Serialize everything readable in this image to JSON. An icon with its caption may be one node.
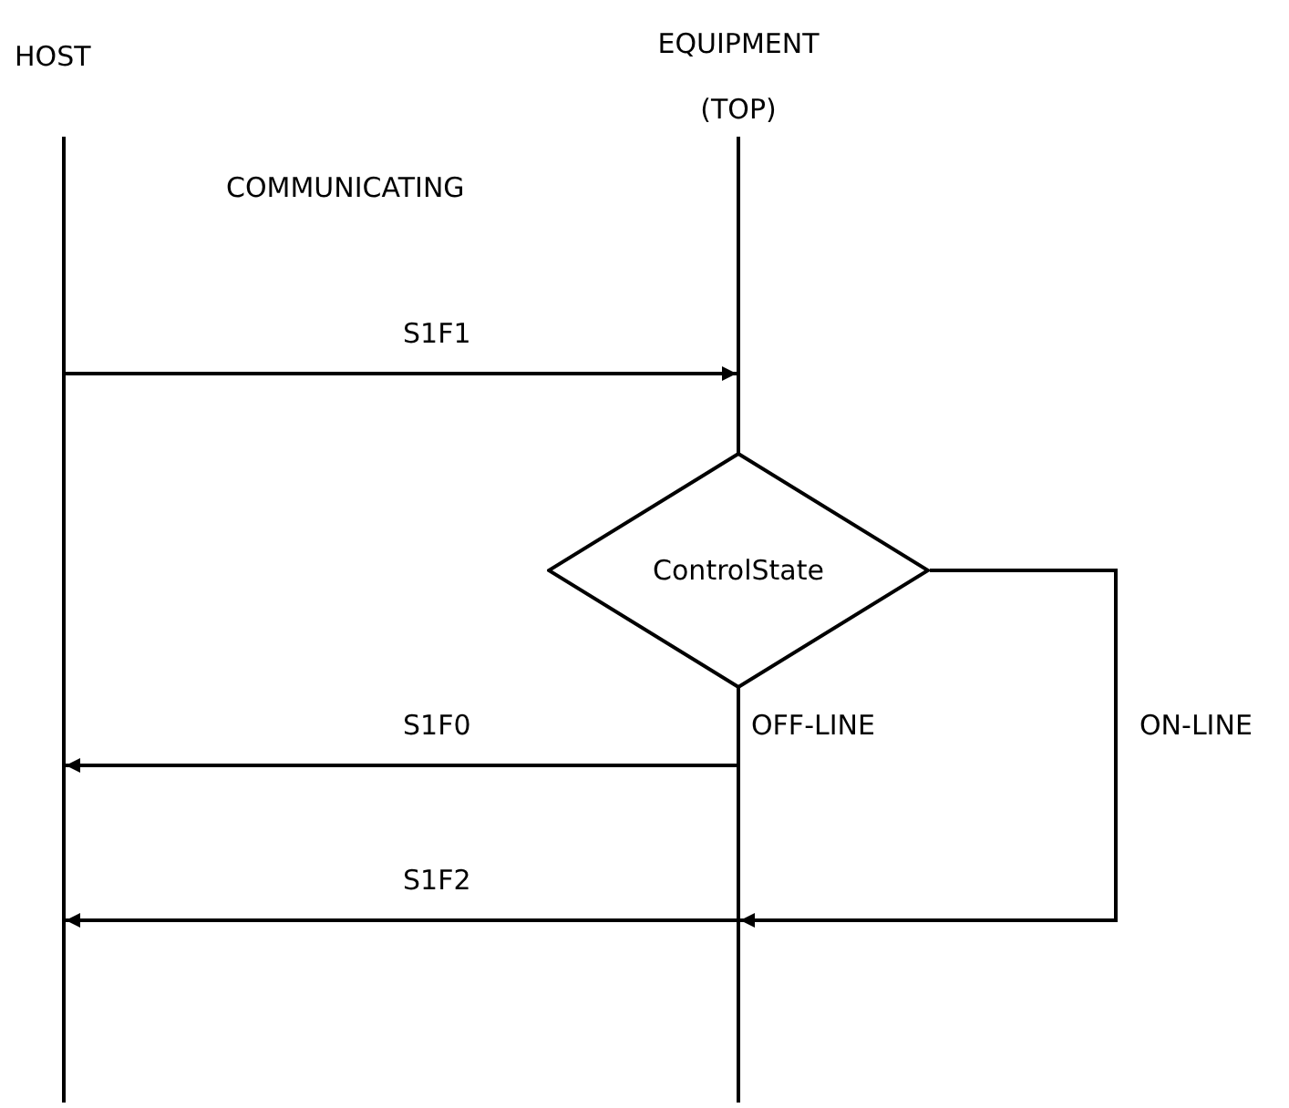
{
  "diagram": {
    "nodes": [
      {
        "text": [],
        "shape": "bar"
      },
      {
        "text": [],
        "shape": "bar"
      },
      {
        "text": [
          "ControlState"
        ]
      },
      {
        "text": [],
        "shape": "bar"
      }
    ],
    "edges": [
      {
        "from": 0,
        "to": 1,
        "arrow": "to",
        "label": "S1F1"
      },
      {
        "from": 3,
        "to": 0,
        "arrow": "to",
        "label": "S1F0"
      },
      {
        "from": 2,
        "to": 3,
        "arrow": "to",
        "label": "ON-LINE"
      },
      {
        "from": 3,
        "to": 0,
        "arrow": "to",
        "label": "S1F2"
      }
    ],
    "labels": [
      "HOST",
      "EQUIPMENT (TOP)",
      "COMMUNICATING",
      "OFF-LINE"
    ]
  }
}
